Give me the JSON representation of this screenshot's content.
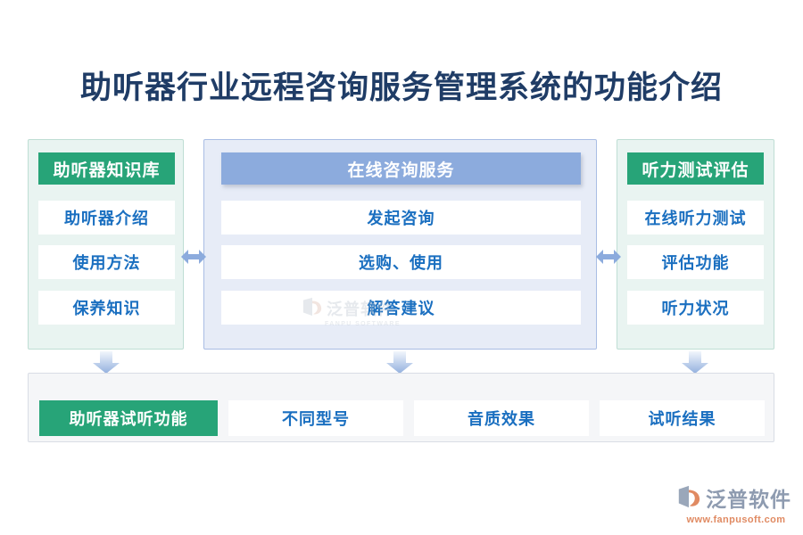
{
  "page": {
    "title": "助听器行业远程咨询服务管理系统的功能介绍",
    "title_color": "#1f3c66",
    "background": "#ffffff"
  },
  "theme": {
    "green": "#27a478",
    "blue": "#8cabdd",
    "text_blue": "#1a6fc0",
    "panel_mint": "#e9f4f1",
    "panel_lavender": "#e7ecf7",
    "panel_gray": "#f5f6f8",
    "arrow_blue": "#8cabdd"
  },
  "columns": [
    {
      "id": "knowledge-base",
      "header": "助听器知识库",
      "header_style": "green",
      "items": [
        "助听器介绍",
        "使用方法",
        "保养知识"
      ]
    },
    {
      "id": "online-consultation",
      "header": "在线咨询服务",
      "header_style": "blue",
      "items": [
        "发起咨询",
        "选购、使用",
        "解答建议"
      ]
    },
    {
      "id": "hearing-test",
      "header": "听力测试评估",
      "header_style": "green",
      "items": [
        "在线听力测试",
        "评估功能",
        "听力状况"
      ]
    }
  ],
  "connectors": {
    "horizontal": [
      "double-arrow-left-right",
      "double-arrow-left-right"
    ],
    "vertical": [
      "arrow-down",
      "arrow-down",
      "arrow-down"
    ]
  },
  "bottom_row": {
    "accent_label": "助听器试听功能",
    "items": [
      "不同型号",
      "音质效果",
      "试听结果"
    ]
  },
  "watermark": {
    "name": "泛普软件",
    "sub": "FANPU SOFTWARE"
  },
  "brand": {
    "name": "泛普软件",
    "url": "www.fanpusoft.com"
  }
}
